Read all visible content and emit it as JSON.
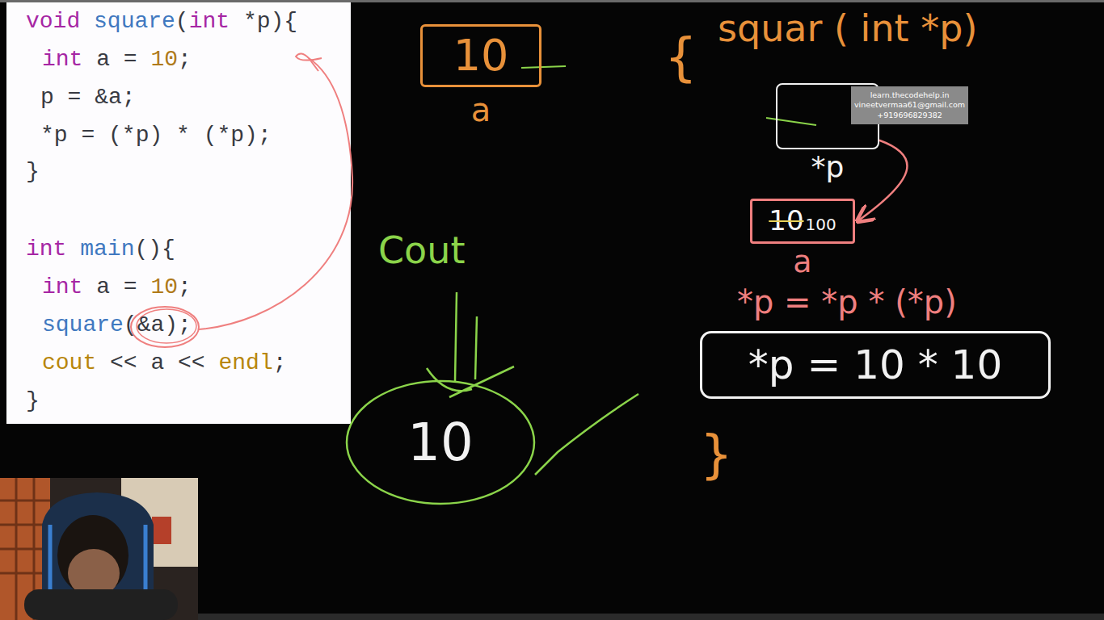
{
  "diagram": {
    "nodes": [
      {
        "text": [
          "void square(int *p){",
          "int a = 10;",
          "p = &a;",
          "*p = (*p) * (*p);",
          "}",
          "int main(){",
          "int a = 10;",
          "square(&a);",
          "cout << a << endl;",
          "}"
        ]
      },
      {
        "text": [
          "10",
          "a"
        ]
      },
      {
        "text": [
          "*p"
        ]
      },
      {
        "text": [
          "10",
          "100",
          "a"
        ]
      },
      {
        "text": [
          "*p = 10 * 10"
        ]
      },
      {
        "text": [
          "10"
        ]
      },
      {
        "text": [
          "learn.thecodehelp.in",
          "vineetvermaa61@gmail.com",
          "+919696829382"
        ]
      }
    ],
    "edges": [
      {
        "from": 2,
        "to": 3,
        "arrow": "to"
      }
    ],
    "labels": [
      "squar ( int *p)",
      "{",
      "Cout",
      "*p = *p * (*p)",
      "}"
    ]
  }
}
